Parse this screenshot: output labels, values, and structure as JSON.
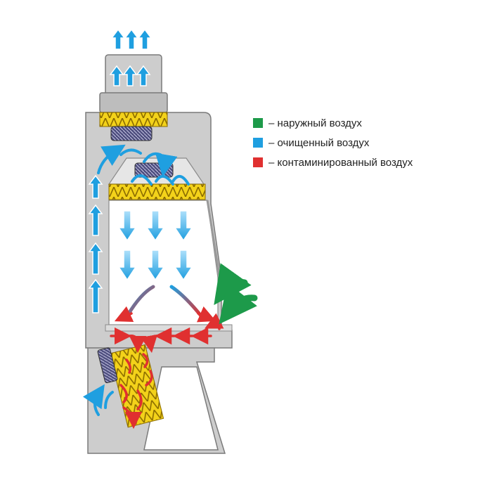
{
  "colors": {
    "cabinet_fill": "#cdcdcd",
    "cabinet_stroke": "#7a7a7a",
    "filter_yellow": "#f3d21a",
    "filter_mesh": "#8a6b00",
    "fan_fill": "#6a6a9a",
    "workspace": "#ffffff",
    "outside_air": "#1d9a4a",
    "clean_air": "#1f9fe0",
    "contaminated_air": "#e03030"
  },
  "legend": [
    {
      "label": "– наружный воздух",
      "color": "#1d9a4a",
      "icon": "green-square"
    },
    {
      "label": "– очищенный воздух",
      "color": "#1f9fe0",
      "icon": "blue-square"
    },
    {
      "label": "– контаминированный воздух",
      "color": "#e03030",
      "icon": "red-square"
    }
  ]
}
